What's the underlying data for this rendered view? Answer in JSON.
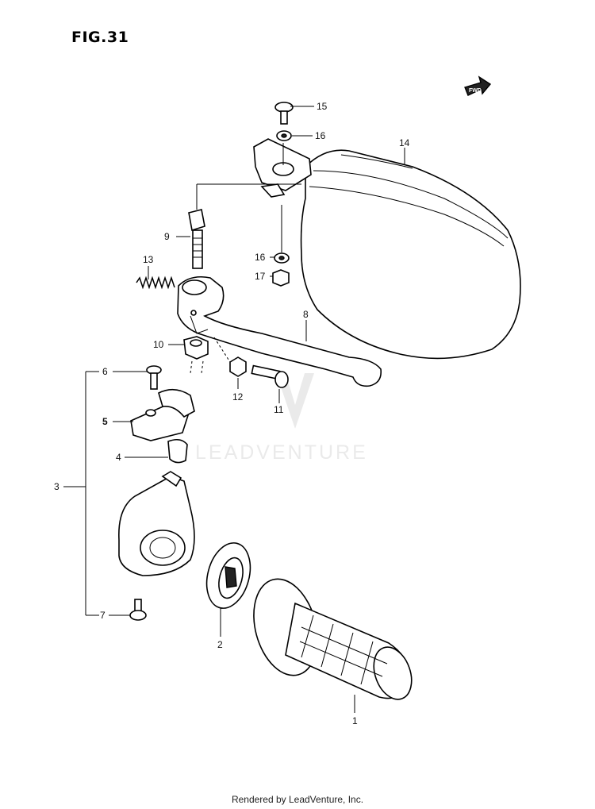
{
  "figure": {
    "title": "FIG.31"
  },
  "arrow": {
    "label": "FWD"
  },
  "watermark": {
    "text": "LEADVENTURE"
  },
  "footer": {
    "text": "Rendered by LeadVenture, Inc."
  },
  "callouts": {
    "c1": "1",
    "c2": "2",
    "c3": "3",
    "c4": "4",
    "c5": "5",
    "c6": "6",
    "c7": "7",
    "c8": "8",
    "c9": "9",
    "c10": "10",
    "c11": "11",
    "c12": "12",
    "c13": "13",
    "c14": "14",
    "c15": "15",
    "c16a": "16",
    "c16b": "16",
    "c17": "17"
  },
  "colors": {
    "line": "#000000",
    "watermark": "#d9d9d9"
  }
}
